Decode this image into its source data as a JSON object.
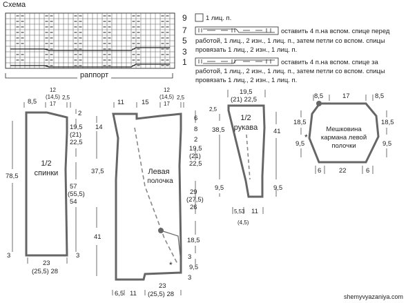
{
  "title": "Схема",
  "chart": {
    "row_numbers": [
      "9",
      "7",
      "5",
      "3",
      "1"
    ],
    "repeat_label": "раппорт"
  },
  "legend": {
    "knit": "1 лиц. п.",
    "row7_line1": "оставить 4 п.на вспом. спице перед",
    "row7_line2": "работой, 1 лиц., 2 изн., 1 лиц. п., затем петли со вспом. спицы",
    "row7_line3": "провязать 1 лиц., 2 изн., 1 лиц. п.",
    "row1_line1": "оставить 4 п.на вспом. спице за",
    "row1_line2": "работой, 1 лиц., 2 изн., 1 лиц. п., затем петли со вспом. спицы",
    "row1_line3": "провязать 1 лиц., 2 изн., 1 лиц. п."
  },
  "back": {
    "label_1": "1/2",
    "label_2": "спинки",
    "top_left": "8,5",
    "top_mid_1": "12",
    "top_mid_2": "(14,5)",
    "top_mid_3": "17",
    "top_right": "2,5",
    "right_top": "2",
    "right_armhole_1": "19,5",
    "right_armhole_2": "(21)",
    "right_armhole_3": "22,5",
    "right_side_1": "57",
    "right_side_2": "(55,5)",
    "right_side_3": "54",
    "right_bottom": "3",
    "left_total": "78,5",
    "left_bottom": "3",
    "bottom_1": "23",
    "bottom_2": "(25,5) 28"
  },
  "front": {
    "label_1": "Левая",
    "label_2": "полочка",
    "top_11": "11",
    "top_15": "15",
    "top_mid_1": "12",
    "top_mid_2": "(14,5)",
    "top_mid_3": "17",
    "top_right": "2,5",
    "left_14": "14",
    "left_37": "37,5",
    "left_41": "41",
    "right_6": "6",
    "right_8": "8",
    "right_2": "2",
    "right_armhole_1": "19,5",
    "right_armhole_2": "(21)",
    "right_armhole_3": "22,5",
    "right_side_1": "29",
    "right_side_2": "(27,5)",
    "right_side_3": "26",
    "right_18": "18,5",
    "right_3": "3",
    "right_95": "9,5",
    "right_3b": "3",
    "bottom_65": "6,5",
    "bottom_11": "11",
    "bottom_1": "23",
    "bottom_2": "(25,5) 28"
  },
  "sleeve": {
    "label_1": "1/2",
    "label_2": "рукава",
    "top_1": "19,5",
    "top_2": "(21) 22,5",
    "left_top": "2,5",
    "left_38": "38,5",
    "left_95": "9,5",
    "right_41": "41",
    "right_95": "9,5",
    "bottom_a": "5,5",
    "bottom_b": "3",
    "bottom_c": "11",
    "bottom_d": "(4,5)"
  },
  "pocket": {
    "label_1": "Мешковина",
    "label_2": "кармана левой",
    "label_3": "полочки",
    "top_85a": "8,5",
    "top_17": "17",
    "top_85b": "8,5",
    "left_185": "18,5",
    "left_95": "9,5",
    "right_185": "18,5",
    "right_95": "9,5",
    "bottom_6a": "6",
    "bottom_22": "22",
    "bottom_6b": "6"
  },
  "credit": "shemyvyazaniya.com"
}
